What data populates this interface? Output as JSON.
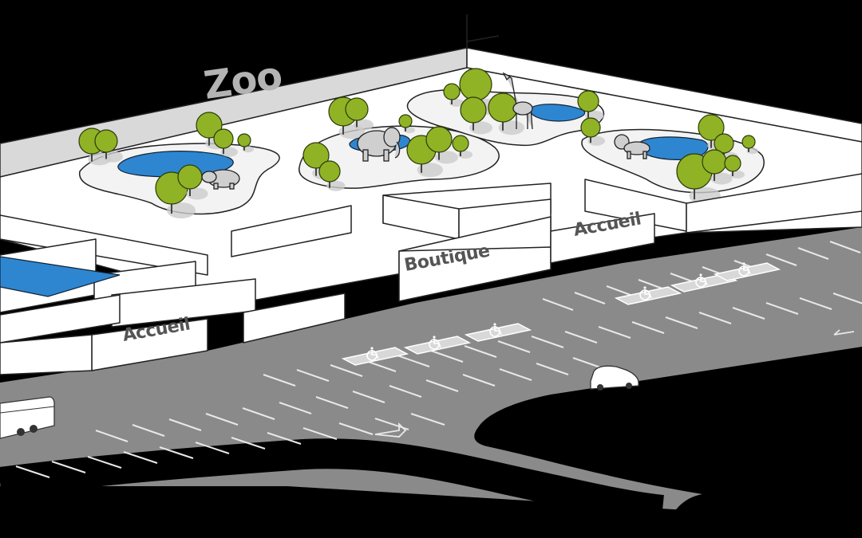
{
  "labels": {
    "title": "Zoo",
    "boutique": "Boutique",
    "accueil_right": "Accueil",
    "accueil_left": "Accueil"
  },
  "icons": {
    "accessible_parking": "wheelchair-icon",
    "animals": [
      "elephant-icon",
      "giraffe-icon",
      "hippo-icon",
      "lion-icon"
    ],
    "vehicles": [
      "car-icon",
      "bus-icon"
    ],
    "direction": "arrow-icon"
  },
  "colors": {
    "background": "#000000",
    "asphalt": "#8a8a8a",
    "water": "#2e86d0",
    "trees": "#8fb325",
    "walls": "#ffffff",
    "label_text": "#555555",
    "title_text": "#b3b3b3"
  }
}
